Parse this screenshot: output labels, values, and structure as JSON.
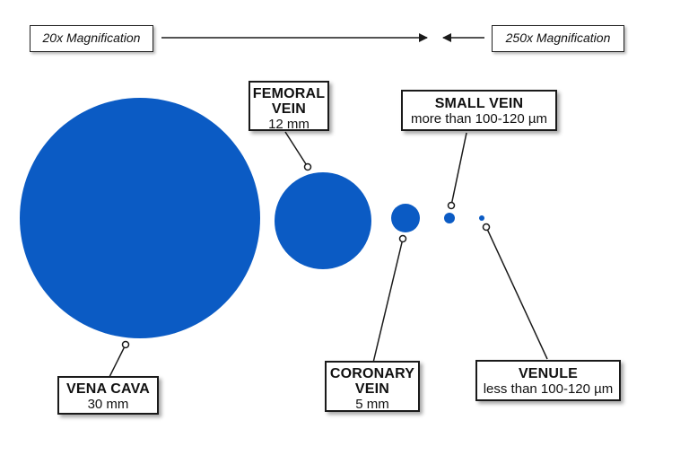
{
  "magnification": {
    "left_label": "20x Magnification",
    "right_label": "250x Magnification"
  },
  "colors": {
    "vessel": "#0b5bc4",
    "leader": "#1a1a1a",
    "border": "#1a1a1a"
  },
  "vessels": [
    {
      "id": "vena-cava",
      "name": "VENA CAVA",
      "size": "30 mm"
    },
    {
      "id": "femoral-vein",
      "name": "FEMORAL\nVEIN",
      "size": "12 mm"
    },
    {
      "id": "coronary-vein",
      "name": "CORONARY\nVEIN",
      "size": "5 mm"
    },
    {
      "id": "small-vein",
      "name": "SMALL VEIN",
      "size": "more than 100-120 µm"
    },
    {
      "id": "venule",
      "name": "VENULE",
      "size": "less than 100-120 µm"
    }
  ]
}
